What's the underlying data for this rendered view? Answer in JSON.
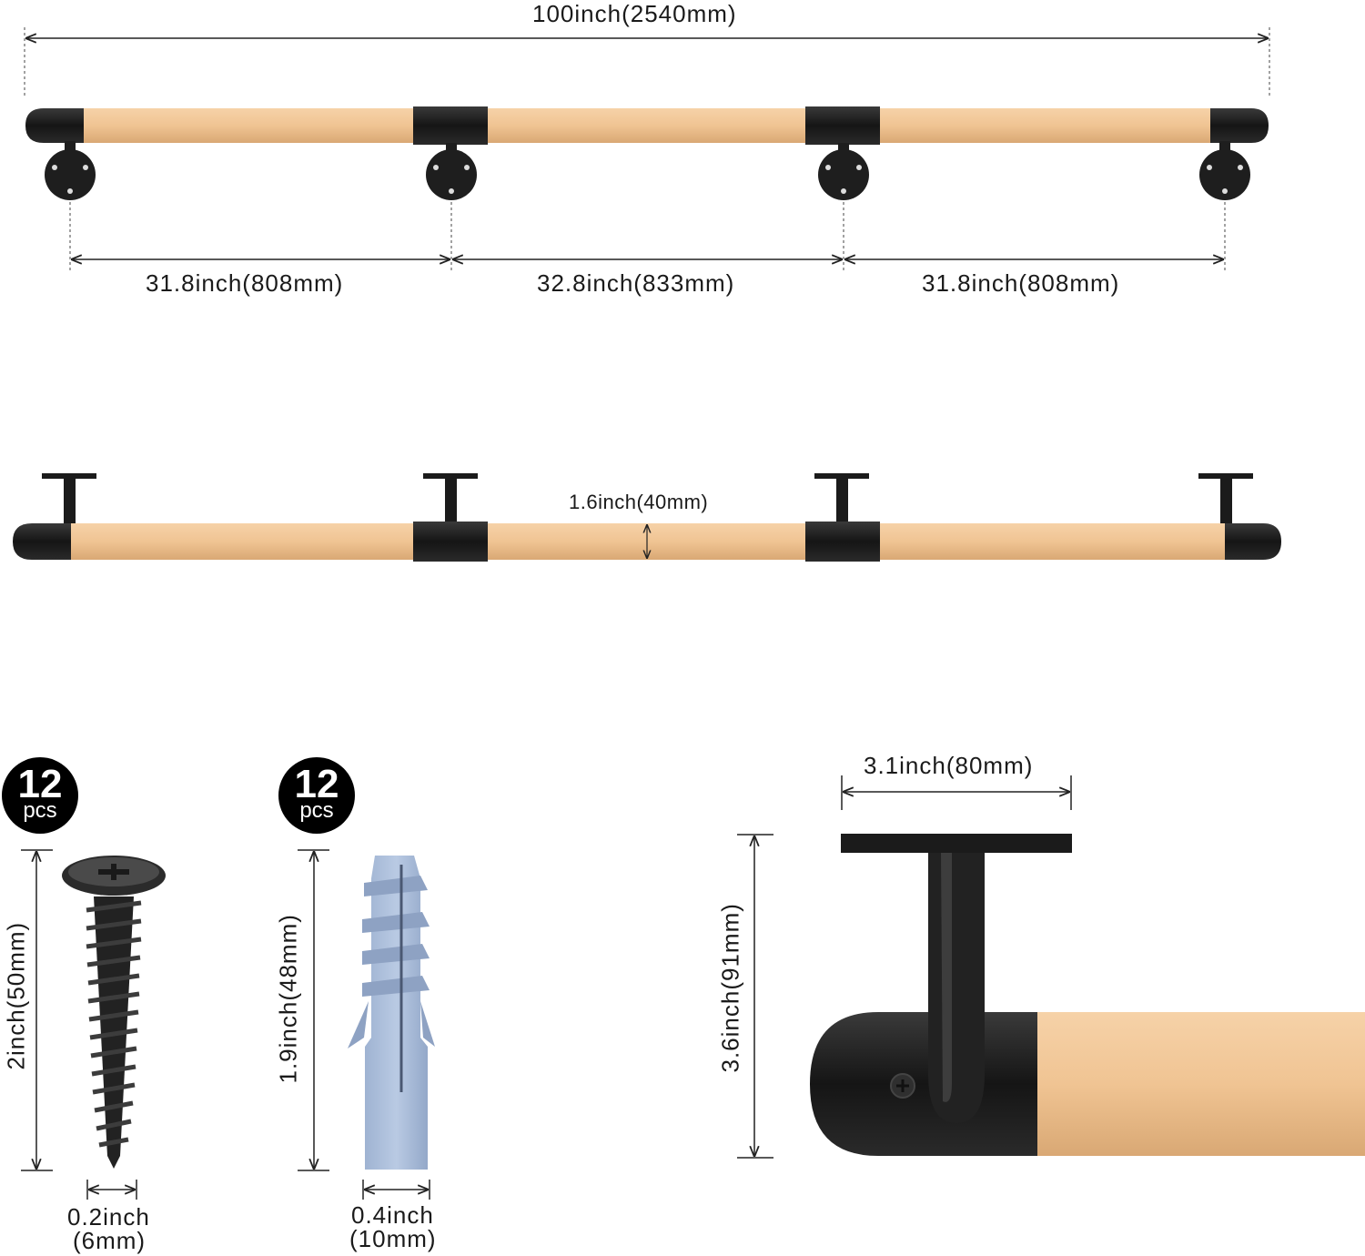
{
  "top_view": {
    "total_length": "100inch(2540mm)",
    "spacing_1": "31.8inch(808mm)",
    "spacing_2": "32.8inch(833mm)",
    "spacing_3": "31.8inch(808mm)"
  },
  "side_view": {
    "diameter": "1.6inch(40mm)"
  },
  "screws": {
    "count": "12",
    "unit": "pcs",
    "length": "2inch(50mm)",
    "width_line1": "0.2inch",
    "width_line2": "(6mm)"
  },
  "anchors": {
    "count": "12",
    "unit": "pcs",
    "length": "1.9inch(48mm)",
    "width_line1": "0.4inch",
    "width_line2": "(10mm)"
  },
  "bracket_detail": {
    "plate_width": "3.1inch(80mm)",
    "height": "3.6inch(91mm)"
  },
  "colors": {
    "wood": "#f0c493",
    "metal": "#1b1b1b",
    "anchor": "#a9bcd8"
  }
}
